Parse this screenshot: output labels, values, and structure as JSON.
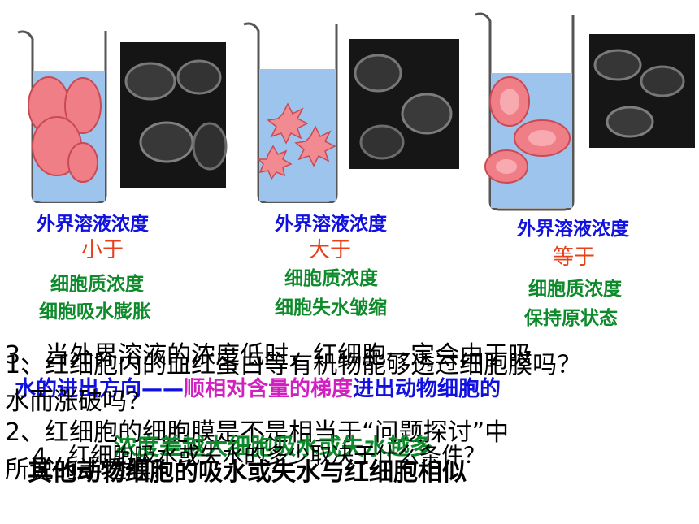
{
  "panels": [
    {
      "label_top": "外界溶液浓度",
      "compare": "小于",
      "label_mid": "细胞质浓度",
      "result": "细胞吸水膨胀"
    },
    {
      "label_top": "外界溶液浓度",
      "compare": "大于",
      "label_mid": "细胞质浓度",
      "result": "细胞失水皱缩"
    },
    {
      "label_top": "外界溶液浓度",
      "compare": "等于",
      "label_mid": "细胞质浓度",
      "result": "保持原状态"
    }
  ],
  "questions": {
    "q1_line1": "1、红细胞内的血红蛋白等有机物能够透过细胞膜吗？",
    "q3_line1": "3、当外界溶液的浓度低时，红细胞一定会由于吸",
    "q1_line2": "水而涨破吗？",
    "q2_line1": "2、红细胞的细胞膜是不是相当于“问题探讨”中",
    "q2_line2": "所说的半透膜？",
    "q_extra": "4、红细胞吸水或失水的多少取决于什么条件？"
  },
  "overlays": {
    "water_direction_a": "水的进出方向——",
    "water_direction_b": "顺相对含量的梯度",
    "water_direction_c": "进出动物细胞的",
    "conclusion_green": "浓度差越大细胞吸水或失水越多",
    "conclusion_black": "其他动物细胞的吸水或失水与红细胞相似"
  },
  "colors": {
    "blue": "#1010e0",
    "red": "#e8401a",
    "green": "#0d8a2a",
    "water": "#9cc4ec"
  }
}
